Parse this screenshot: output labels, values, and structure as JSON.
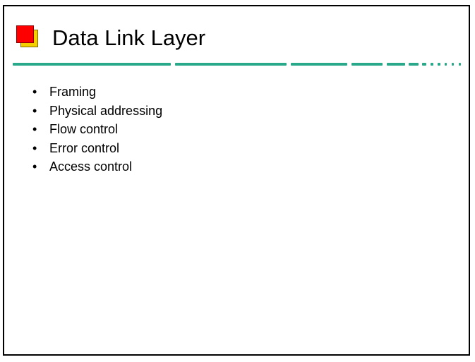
{
  "slide": {
    "title": "Data Link Layer",
    "bullet_glyph": "•",
    "bullets": [
      "Framing",
      "Physical addressing",
      "Flow control",
      "Error control",
      "Access control"
    ]
  },
  "colors": {
    "accent_rule": "#2aa88a",
    "icon_front": "#ff0000",
    "icon_back": "#f4d000",
    "border": "#000000"
  }
}
